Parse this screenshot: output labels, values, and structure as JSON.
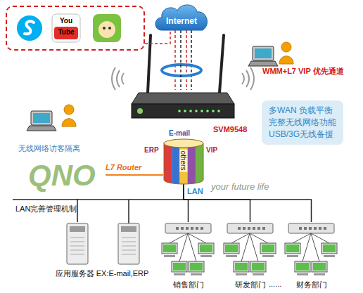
{
  "diagram": {
    "nodes": [
      {
        "text": [
          "You Tube"
        ]
      },
      {
        "text": [
          "Internet"
        ]
      },
      {
        "text": [
          "WMM+L7 VIP 优先通道"
        ]
      },
      {
        "text": [
          "SVM9548"
        ]
      },
      {
        "text": [
          "无线网络访客隔离"
        ]
      },
      {
        "text": [
          "多WAN 负载平衡",
          "完整无线网络功能",
          "USB/3G无线备援"
        ]
      },
      {
        "text": [
          "E-mail",
          "ERP",
          "VIP",
          "others"
        ]
      },
      {
        "text": [
          "应用服务器 EX:E-mail,ERP"
        ]
      },
      {
        "text": [
          "销售部门"
        ]
      },
      {
        "text": [
          "研发部门"
        ]
      },
      {
        "text": [
          "财务部门"
        ]
      }
    ],
    "edges": [
      {
        "from": 0,
        "to": 1,
        "arrow": "none"
      },
      {
        "from": 1,
        "to": 3,
        "arrow": "none"
      },
      {
        "from": 6,
        "to": 7,
        "arrow": "none"
      },
      {
        "from": 6,
        "to": 8,
        "arrow": "none"
      },
      {
        "from": 6,
        "to": 9,
        "arrow": "none"
      },
      {
        "from": 6,
        "to": 10,
        "arrow": "none"
      }
    ],
    "labels": [
      "L7 Router",
      "LAN",
      "LAN完善管理机制",
      "your future life",
      "QNO",
      "......"
    ]
  }
}
